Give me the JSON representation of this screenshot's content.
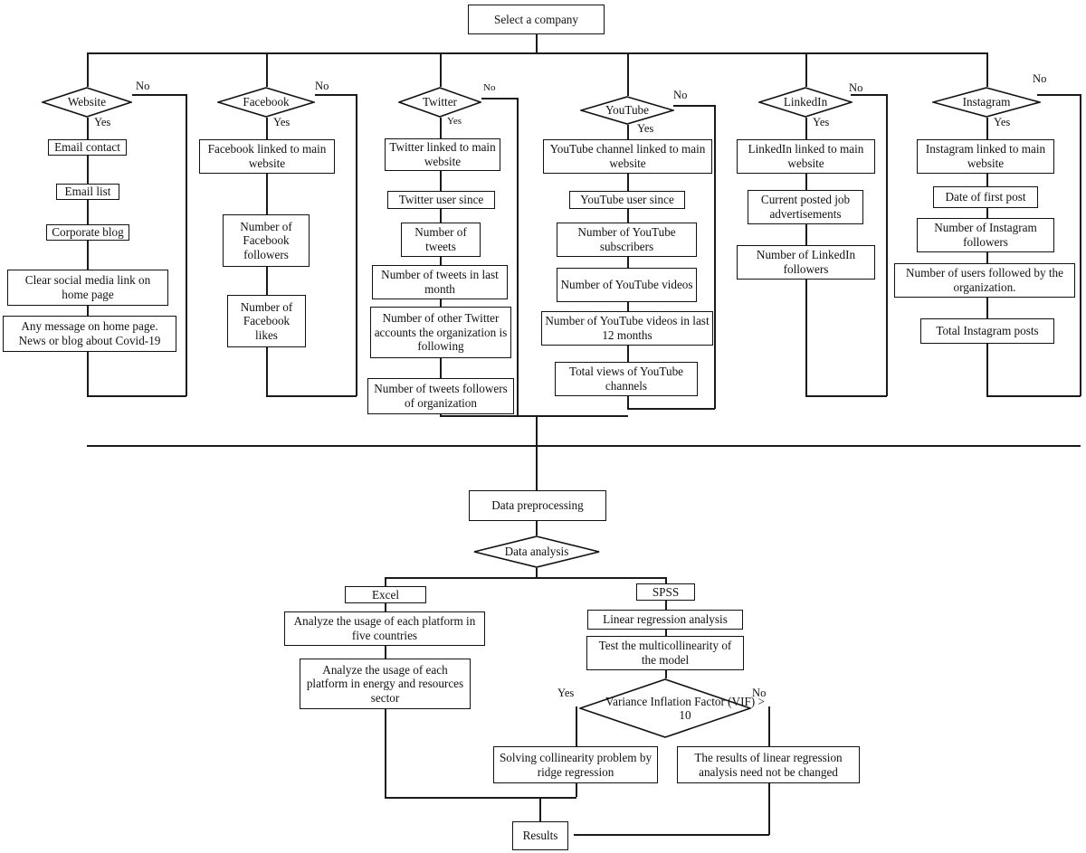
{
  "chart_data": {
    "type": "diagram",
    "title": "Social media data collection and analysis flowchart",
    "start": "Select a company",
    "platforms": [
      {
        "decision": "Website",
        "yes_label": "Yes",
        "no_label": "No",
        "steps": [
          "Email contact",
          "Email list",
          "Corporate blog",
          "Clear social media link on home page",
          "Any message on home page. News or blog about Covid-19"
        ]
      },
      {
        "decision": "Facebook",
        "yes_label": "Yes",
        "no_label": "No",
        "steps": [
          "Facebook linked to main website",
          "Number of Facebook followers",
          "Number of Facebook likes"
        ]
      },
      {
        "decision": "Twitter",
        "yes_label": "Yes",
        "no_label": "No",
        "steps": [
          "Twitter linked to main website",
          "Twitter user  since",
          "Number of tweets",
          "Number of tweets in last month",
          "Number of other Twitter accounts the organization is following",
          "Number of tweets followers of organization"
        ]
      },
      {
        "decision": "YouTube",
        "yes_label": "Yes",
        "no_label": "No",
        "steps": [
          "YouTube channel linked to main website",
          "YouTube user  since",
          "Number of YouTube subscribers",
          "Number of YouTube videos",
          "Number of YouTube videos in last 12 months",
          "Total views of YouTube channels"
        ]
      },
      {
        "decision": "LinkedIn",
        "yes_label": "Yes",
        "no_label": "No",
        "steps": [
          "LinkedIn linked to main website",
          "Current posted job advertisements",
          "Number of LinkedIn followers"
        ]
      },
      {
        "decision": "Instagram",
        "yes_label": "Yes",
        "no_label": "No",
        "steps": [
          "Instagram linked to main website",
          "Date of first post",
          "Number of Instagram followers",
          "Number of users followed by the organization.",
          "Total Instagram posts"
        ]
      }
    ],
    "preprocessing": "Data preprocessing",
    "analysis_decision": "Data analysis",
    "branches": {
      "excel": {
        "title": "Excel",
        "steps": [
          "Analyze the usage of each platform in five countries",
          "Analyze the usage of each platform in energy and resources sector"
        ]
      },
      "spss": {
        "title": "SPSS",
        "steps": [
          "Linear regression analysis",
          "Test the multicollinearity of the model"
        ],
        "vif_decision": "Variance Inflation Factor (VIF) > 10",
        "vif_yes_label": "Yes",
        "vif_no_label": "No",
        "vif_yes_node": "Solving collinearity problem by ridge regression",
        "vif_no_node": "The results of linear regression analysis need not be changed"
      }
    },
    "end": "Results",
    "colors": {
      "stroke": "#111111",
      "background": "#ffffff",
      "text": "#111111"
    }
  }
}
